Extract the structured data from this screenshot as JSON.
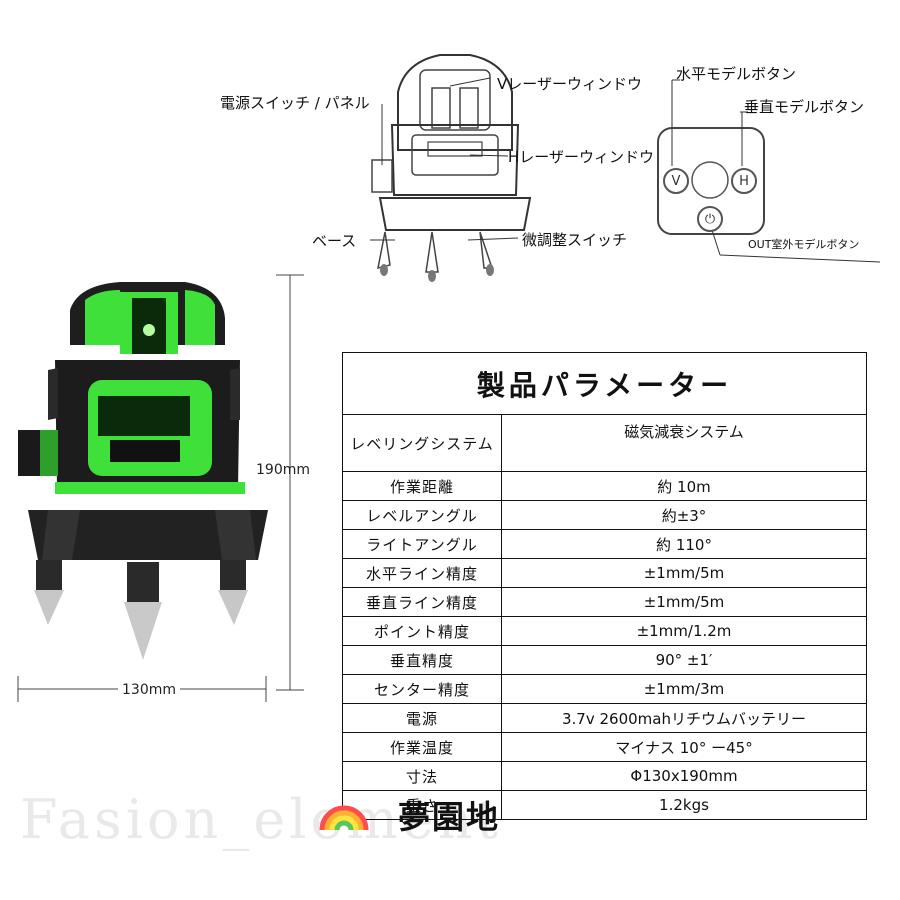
{
  "diagram": {
    "labels": {
      "power_switch_panel": "電源スイッチ / パネル",
      "v_laser_window": "Vレーザーウィンドウ",
      "h_laser_window": "Hレーザーウィンドウ",
      "base": "ベース",
      "fine_adjust_switch": "微調整スイッチ",
      "horizontal_mode_button": "水平モデルボタン",
      "vertical_mode_button": "垂直モデルボタン",
      "outdoor_mode_button": "OUT室外モデルボタン"
    },
    "panel_buttons": {
      "v": "V",
      "h": "H"
    }
  },
  "dimensions": {
    "height": "190mm",
    "width": "130mm"
  },
  "spec_table": {
    "title": "製品パラメーター",
    "rows": [
      {
        "label": "レベリングシステム",
        "value": "磁気減衰システム"
      },
      {
        "label": "作業距離",
        "value": "約 10m"
      },
      {
        "label": "レベルアングル",
        "value": "約±3°"
      },
      {
        "label": "ライトアングル",
        "value": "約 110°"
      },
      {
        "label": "水平ライン精度",
        "value": "±1mm/5m"
      },
      {
        "label": "垂直ライン精度",
        "value": "±1mm/5m"
      },
      {
        "label": "ポイント精度",
        "value": "±1mm/1.2m"
      },
      {
        "label": "垂直精度",
        "value": "90° ±1′"
      },
      {
        "label": "センター精度",
        "value": "±1mm/3m"
      },
      {
        "label": "電源",
        "value": "3.7v 2600mahリチウムバッテリー"
      },
      {
        "label": "作業温度",
        "value": "マイナス 10° ー45°"
      },
      {
        "label": "寸法",
        "value": "Φ130x190mm"
      },
      {
        "label": "重さ",
        "value": "1.2kgs"
      }
    ]
  },
  "watermark": "Fasion_element",
  "brand": "夢園地",
  "colors": {
    "accent_green": "#3fe03a",
    "body_dark": "#1c1c1c"
  }
}
